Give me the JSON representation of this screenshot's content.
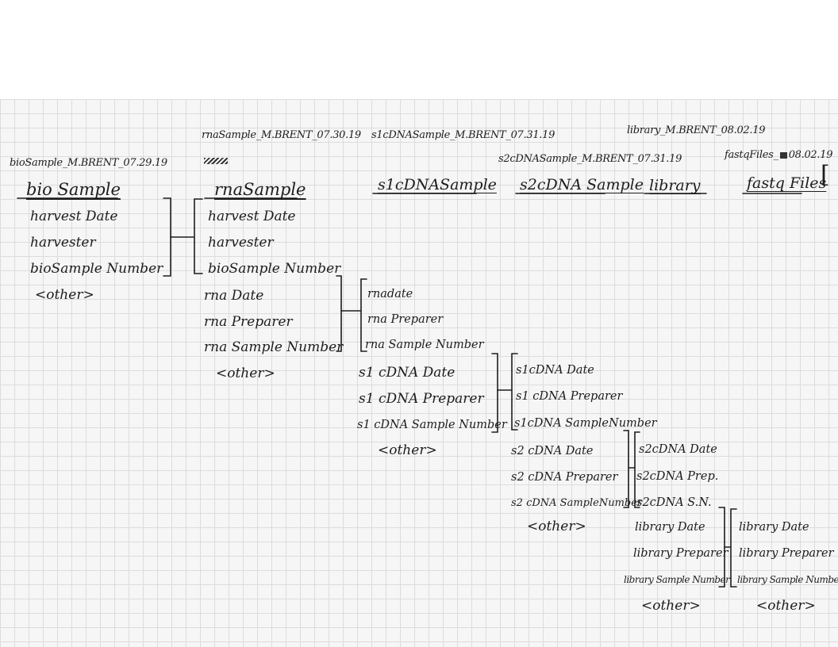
{
  "filenames": {
    "bio": "bioSample_M.BRENT_07.29.19",
    "rna": "rnaSample_M.BRENT_07.30.19",
    "s1": "s1cDNASample_M.BRENT_07.31.19",
    "s2": "s2cDNASample_M.BRENT_07.31.19",
    "library": "library_M.BRENT_08.02.19",
    "fastq": "fastqFiles_",
    "fastq_date": "08.02.19"
  },
  "headers": {
    "bio": "bio Sample",
    "rna": "rnaSample",
    "s1": "s1cDNASample",
    "s2": "s2cDNA Sample",
    "library": "library",
    "fastq": "fastq Files"
  },
  "bio_fields": [
    "harvest Date",
    "harvester",
    "bioSample Number",
    "<other>"
  ],
  "rna_inherited": [
    "harvest Date",
    "harvester",
    "bioSample Number"
  ],
  "rna_fields": [
    "rna Date",
    "rna Preparer",
    "rna Sample Number",
    "<other>"
  ],
  "s1_inherited": [
    "rnadate",
    "rna Preparer",
    "rna Sample Number"
  ],
  "s1_fields": [
    "s1 cDNA Date",
    "s1 cDNA Preparer",
    "s1 cDNA Sample Number",
    "<other>"
  ],
  "s2_inherited": [
    "s1cDNA Date",
    "s1 cDNA Preparer",
    "s1cDNA SampleNumber"
  ],
  "s2_fields": [
    "s2 cDNA Date",
    "s2 cDNA Preparer",
    "s2 cDNA SampleNumber",
    "<other>"
  ],
  "lib_inherited": [
    "s2cDNA Date",
    "s2cDNA Prep.",
    "s2cDNA S.N."
  ],
  "lib_fields": [
    "library Date",
    "library Preparer",
    "library Sample Number",
    "<other>"
  ],
  "fastq_inherited": [
    "library Date",
    "library Preparer",
    "library Sample Number",
    "<other>"
  ]
}
